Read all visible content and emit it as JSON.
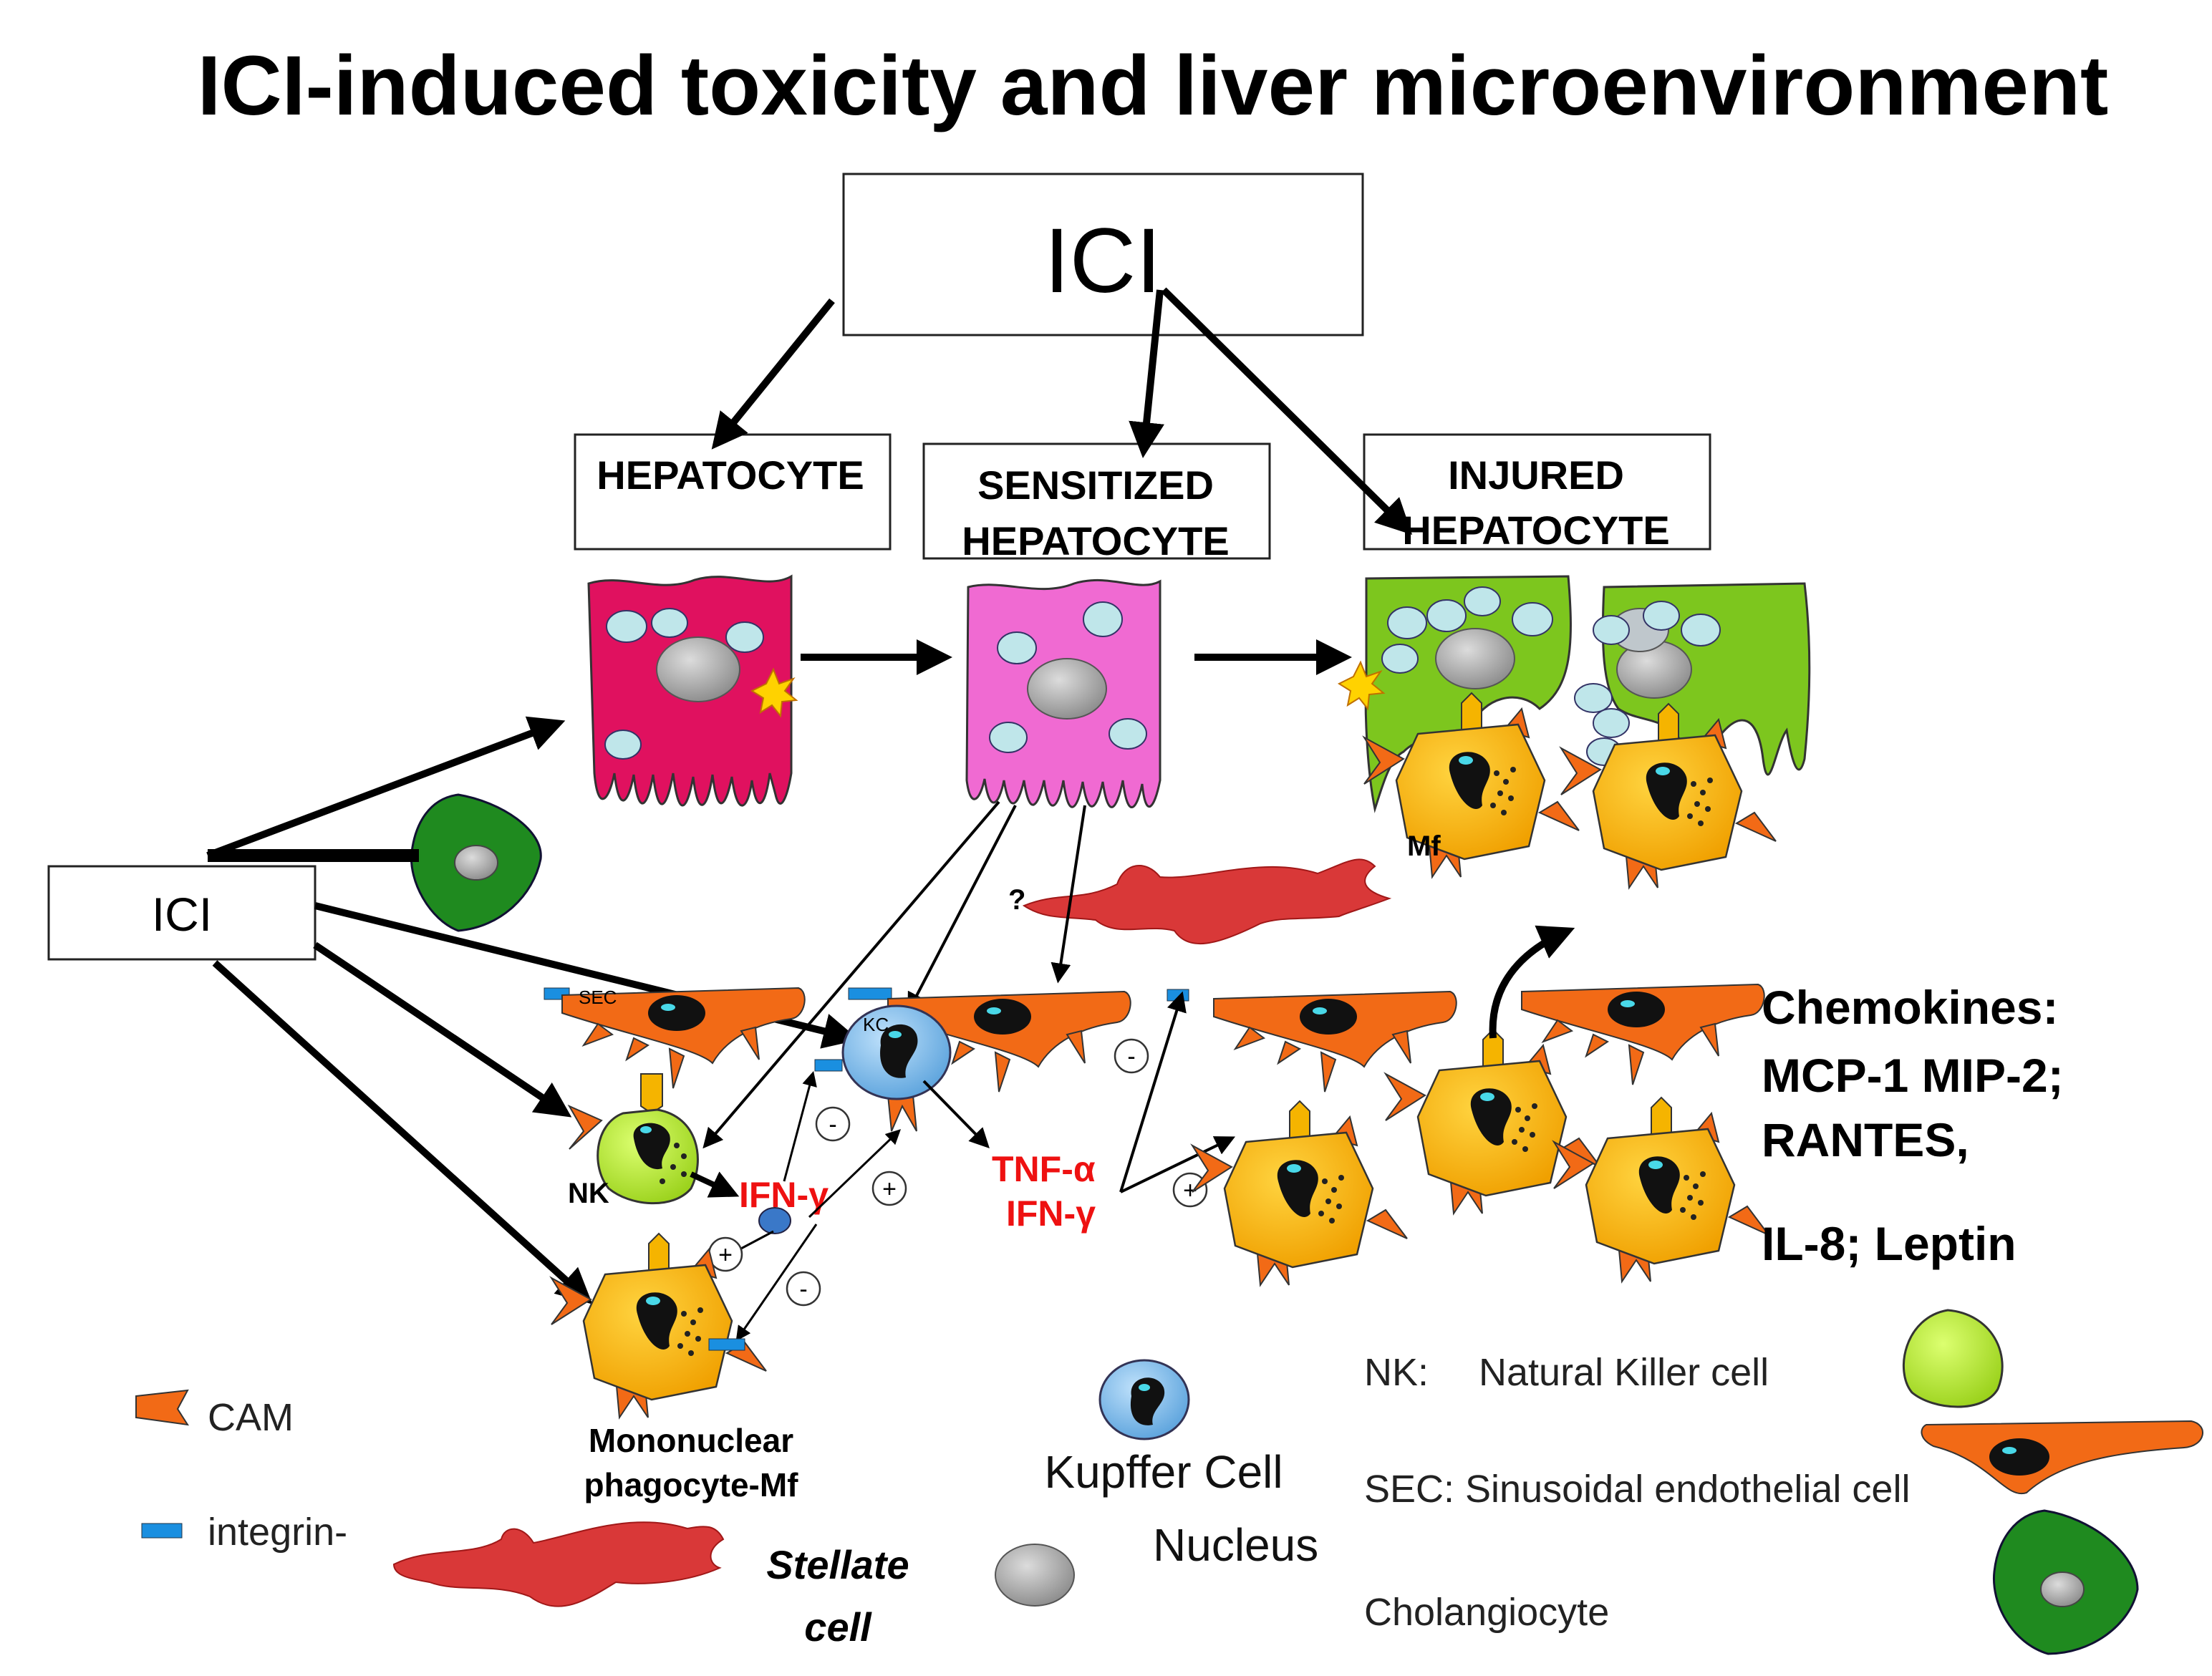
{
  "title": "ICI-induced toxicity and liver microenvironment",
  "boxes": {
    "ici_top": "ICI",
    "hepatocyte": "HEPATOCYTE",
    "sensitized_1": "SENSITIZED",
    "sensitized_2": "HEPATOCYTE",
    "injured_1": "INJURED",
    "injured_2": "HEPATOCYTE",
    "ici_left": "ICI"
  },
  "cell_labels": {
    "mf": "Mf",
    "sec": "SEC",
    "kc": "KC",
    "nk": "NK",
    "question": "?"
  },
  "cytokines": {
    "ifn_left": "IFN-γ",
    "tnf": "TNF-α",
    "ifn_right": "IFN-γ"
  },
  "signs": {
    "minus": "-",
    "plus": "+"
  },
  "chemokines": {
    "line1": "Chemokines:",
    "line2": "MCP-1  MIP-2;",
    "line3": "RANTES,",
    "line4_a": "IL-8",
    "line4_b": "; Leptin"
  },
  "legend": {
    "cam": "CAM",
    "integrin": "integrin-",
    "mononuclear_1": "Mononuclear",
    "mononuclear_2": "phagocyte-Mf",
    "kupffer": "Kupffer Cell",
    "stellate_1": "Stellate",
    "stellate_2": "cell",
    "nucleus": "Nucleus",
    "nk_abbr": "NK:",
    "nk_name": "Natural Killer cell",
    "sec_line": "SEC: Sinusoidal endothelial  cell",
    "cholangiocyte": "Cholangiocyte"
  },
  "colors": {
    "hepatocyte": "#e0115f",
    "sensitized": "#f06ad2",
    "injured": "#7dc61e",
    "sec": "#f26a16",
    "macrophage": "#f5b400",
    "kupffer": "#7ab8e8",
    "nk": "#b2ea2a",
    "stellate": "#d93838",
    "cholangiocyte": "#1f8a1f",
    "integrin": "#1a8fe0",
    "cytokine_text": "#ee1111"
  }
}
